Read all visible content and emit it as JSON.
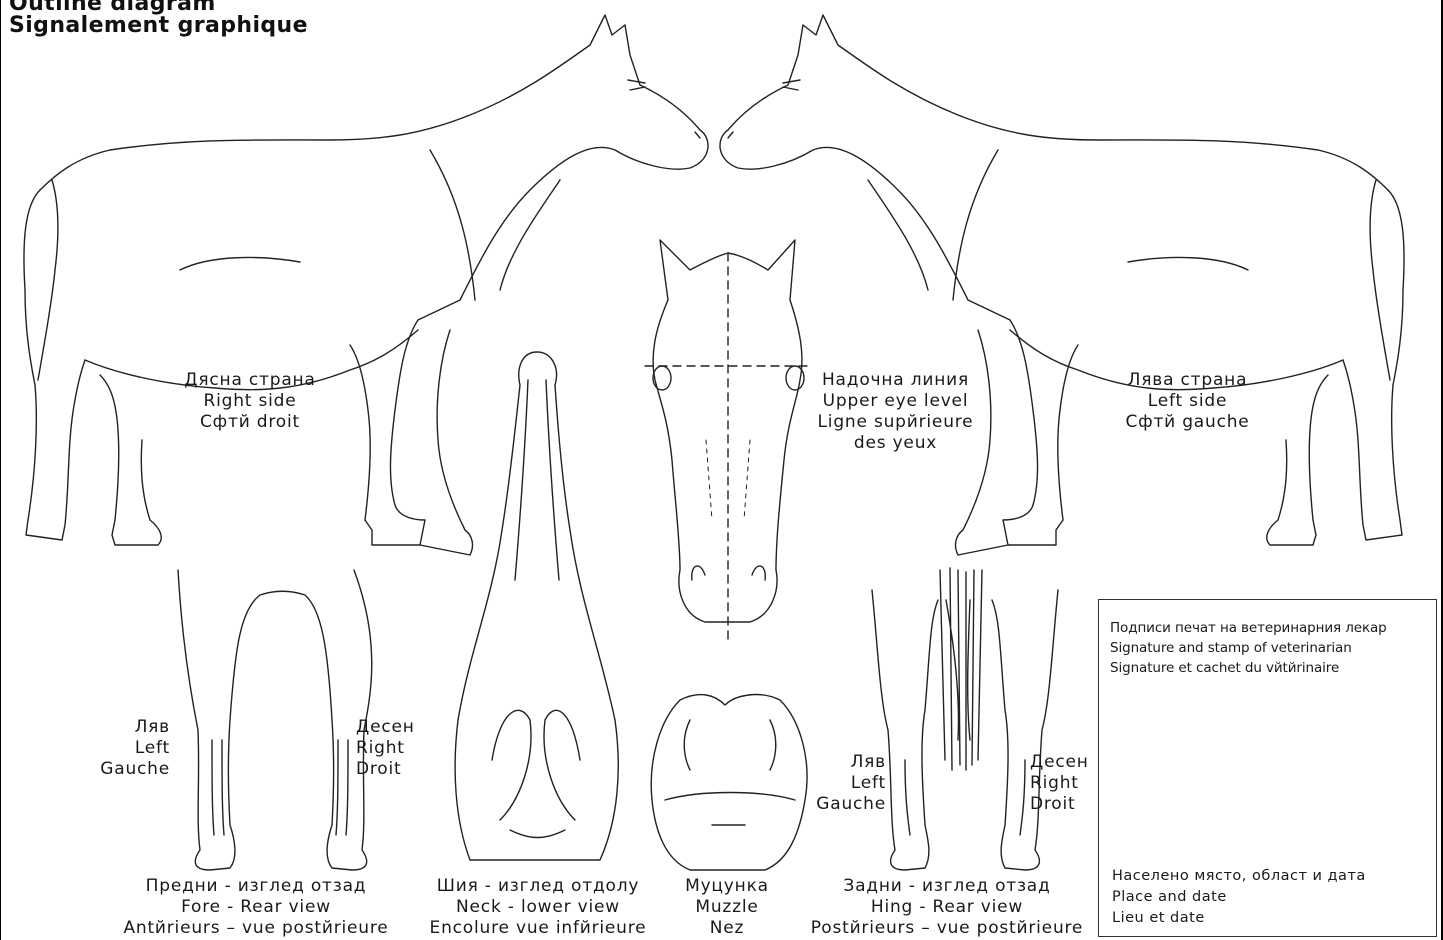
{
  "header": {
    "title_line1": "Outline diagram",
    "title_line2": "Signalement graphique"
  },
  "right_side": [
    "Дясна страна",
    "Right side",
    "Cфтй droit"
  ],
  "upper_eye": [
    "Надочна линия",
    "Upper eye level",
    "Ligne supйrieure",
    "des yeux"
  ],
  "left_side": [
    "Лява страна",
    "Left side",
    "Cфтй gauche"
  ],
  "fore": {
    "left": [
      "Ляв",
      "Left",
      "Gauche"
    ],
    "right": [
      "Десен",
      "Right",
      "Droit"
    ],
    "caption": [
      "Предни - изглед отзад",
      "Fore - Rear view",
      "Antйrieurs – vue postйrieure"
    ]
  },
  "neck": {
    "caption": [
      "Шия - изглед отдолу",
      "Neck - lower view",
      "Encolure vue infйrieure"
    ]
  },
  "muzzle": {
    "caption": [
      "Муцунка",
      "Muzzle",
      "Nez"
    ]
  },
  "hind": {
    "left": [
      "Ляв",
      "Left",
      "Gauche"
    ],
    "right": [
      "Десен",
      "Right",
      "Droit"
    ],
    "caption": [
      "Задни - изглед отзад",
      "Hing - Rear view",
      "Postйrieurs – vue postйrieure"
    ]
  },
  "signature_box": {
    "lines": [
      "Подписи печат на ветеринарния лекар",
      "Signature and stamp of veterinarian",
      "Signature et cachet du vйtйrinaire"
    ],
    "place": [
      "Населено място, област и дата",
      "Place and date",
      "Lieu et date"
    ]
  },
  "icons": [
    "horse-right-side-outline",
    "horse-left-side-outline",
    "horse-head-front-outline",
    "horse-neck-lower-outline",
    "horse-muzzle-outline",
    "horse-forelegs-rear-outline",
    "horse-hindlegs-rear-outline"
  ]
}
